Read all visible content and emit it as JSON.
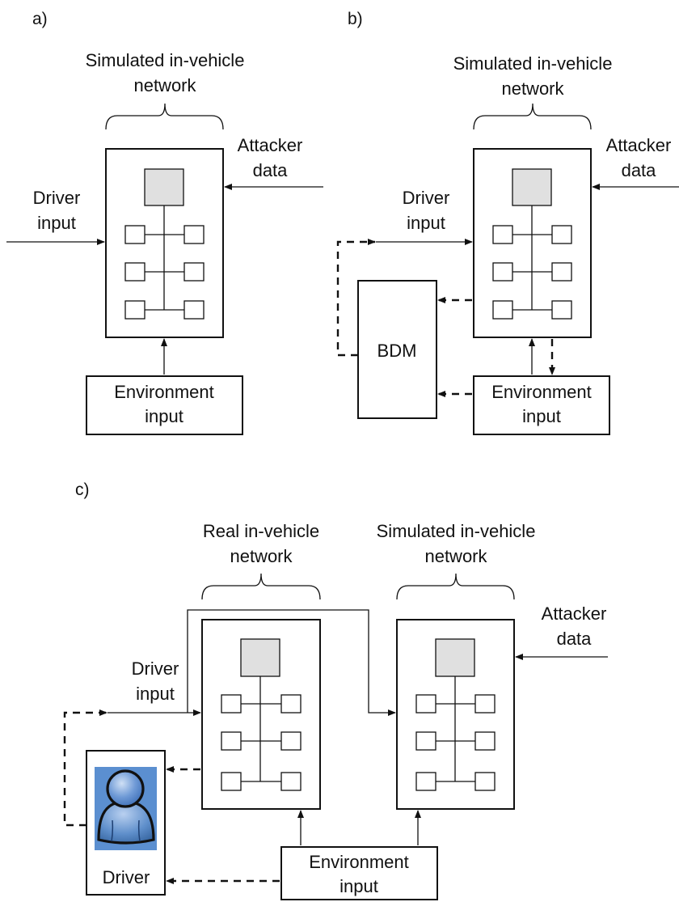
{
  "panels": {
    "a": {
      "label": "a)",
      "network_label_line1": "Simulated in-vehicle",
      "network_label_line2": "network",
      "attacker_line1": "Attacker",
      "attacker_line2": "data",
      "driver_line1": "Driver",
      "driver_line2": "input",
      "environment_line1": "Environment",
      "environment_line2": "input"
    },
    "b": {
      "label": "b)",
      "network_label_line1": "Simulated in-vehicle",
      "network_label_line2": "network",
      "attacker_line1": "Attacker",
      "attacker_line2": "data",
      "driver_line1": "Driver",
      "driver_line2": "input",
      "bdm_label": "BDM",
      "environment_line1": "Environment",
      "environment_line2": "input"
    },
    "c": {
      "label": "c)",
      "real_network_line1": "Real in-vehicle",
      "real_network_line2": "network",
      "sim_network_line1": "Simulated in-vehicle",
      "sim_network_line2": "network",
      "attacker_line1": "Attacker",
      "attacker_line2": "data",
      "driver_input_line1": "Driver",
      "driver_input_line2": "input",
      "driver_label": "Driver",
      "environment_line1": "Environment",
      "environment_line2": "input"
    }
  },
  "colors": {
    "gateway_fill": "#e0e0e0",
    "driver_icon_background": "#5b8fd0",
    "driver_icon_body": "#5f8fcb",
    "stroke": "#111111"
  },
  "icons": {
    "driver": "person-icon"
  }
}
